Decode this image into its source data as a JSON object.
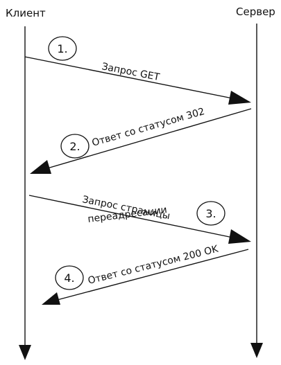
{
  "participants": {
    "client": "Клиент",
    "server": "Сервер"
  },
  "steps": [
    {
      "number": "1.",
      "label": "Запрос GET"
    },
    {
      "number": "2.",
      "label": "Ответ со статусом 302"
    },
    {
      "number": "3.",
      "label_line1": "Запрос страницы",
      "label_line2": "переадресации"
    },
    {
      "number": "4.",
      "label": "Ответ со статусом 200 OK"
    }
  ],
  "colors": {
    "ink": "#111111",
    "background": "#ffffff"
  }
}
